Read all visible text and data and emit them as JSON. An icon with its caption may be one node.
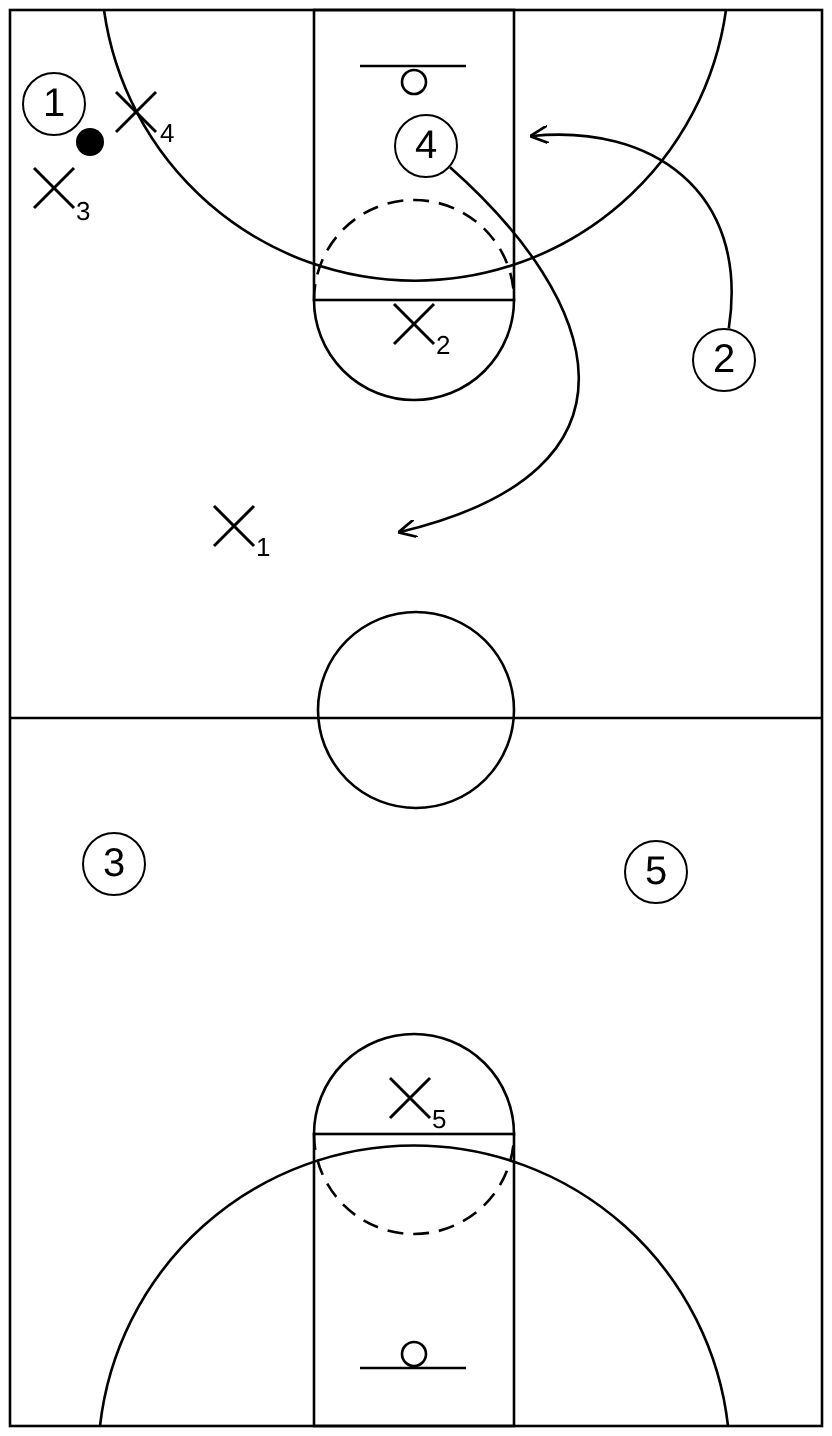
{
  "diagram": {
    "nodes": [
      {
        "text": [
          "1"
        ]
      },
      {
        "text": [
          "4"
        ]
      },
      {
        "text": [
          "2"
        ]
      },
      {
        "text": [
          "3"
        ]
      },
      {
        "text": [
          "5"
        ]
      }
    ],
    "edges": [
      {
        "from": 2,
        "to": null,
        "arrow": "to"
      },
      {
        "from": 1,
        "to": null,
        "arrow": "to"
      }
    ],
    "labels": [
      "4",
      "3",
      "2",
      "1",
      "5"
    ]
  }
}
